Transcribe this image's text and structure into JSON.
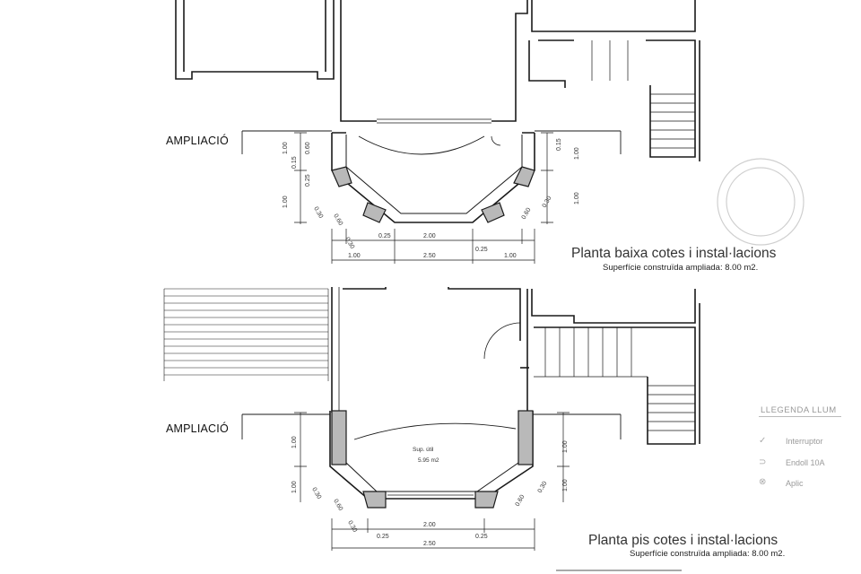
{
  "colors": {
    "line": "#1a1a1a",
    "fill": "#b9b9b9",
    "faint": "#aaaaaa"
  },
  "top_plan": {
    "title": "Planta baixa cotes i instal·lacions",
    "subtitle": "Superfície construïda ampliada: 8.00 m2.",
    "section_label": "AMPLIACIÓ",
    "dims": [
      "0.25",
      "2.00",
      "0.25",
      "1.00",
      "2.50",
      "1.00"
    ],
    "side_dims": [
      "1.00",
      "0.15",
      "0.60",
      "0.25",
      "1.00",
      "0.30",
      "0.60",
      "0.30"
    ]
  },
  "bottom_plan": {
    "title": "Planta pis cotes i instal·lacions",
    "subtitle": "Superfície construïda ampliada: 8.00 m2.",
    "section_label": "AMPLIACIÓ",
    "room_label": "Sup. útil",
    "room_area": "5.95 m2",
    "dims": [
      "2.00",
      "0.25",
      "0.25",
      "2.50"
    ],
    "side_dims": [
      "1.00",
      "1.00",
      "0.30",
      "0.60",
      "0.30"
    ]
  },
  "legend": {
    "title": "LLEGENDA LLUM",
    "items": [
      {
        "icon": "switch-icon",
        "label": "Interruptor"
      },
      {
        "icon": "socket-icon",
        "label": "Endoll 10A"
      },
      {
        "icon": "wall-lamp-icon",
        "label": "Aplic"
      }
    ]
  }
}
